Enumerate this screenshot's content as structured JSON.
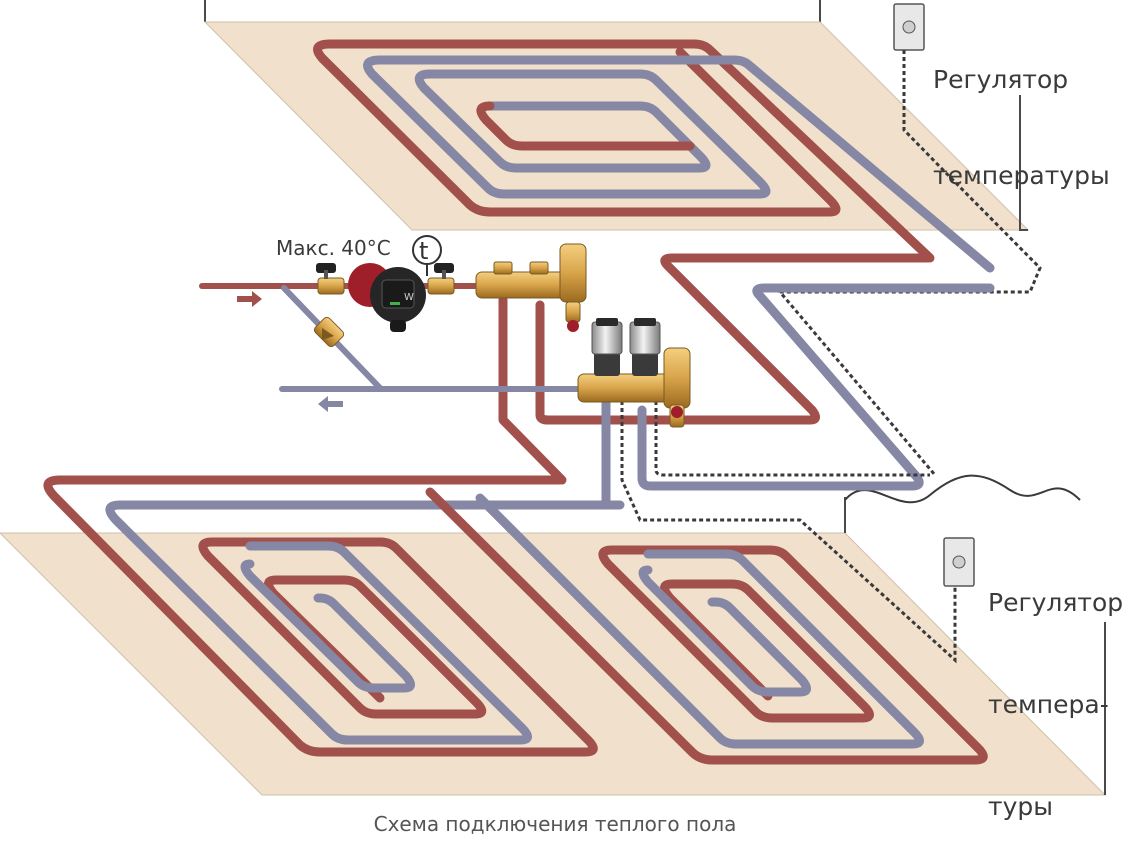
{
  "colors": {
    "floor": "#f1e1cc",
    "floor_edge": "#4a4a4a",
    "hot_pipe": "#a2504b",
    "cold_pipe": "#8587a4",
    "brass": "#d8a44a",
    "pump": "#9e1e2a",
    "wire": "#3a3a3a"
  },
  "labels": {
    "regulator_top": [
      "Регулятор",
      "температуры"
    ],
    "regulator_bottom": [
      "Регулятор",
      "темпера-",
      "туры"
    ],
    "max_temp": "Макс. 40°C",
    "thermo_symbol": "t",
    "pump_badge": "W",
    "caption": "Схема подключения теплого пола"
  },
  "icons": {
    "supply_arrow": "arrow-right-icon",
    "return_arrow": "arrow-left-icon",
    "thermostat": "thermostat-icon"
  }
}
